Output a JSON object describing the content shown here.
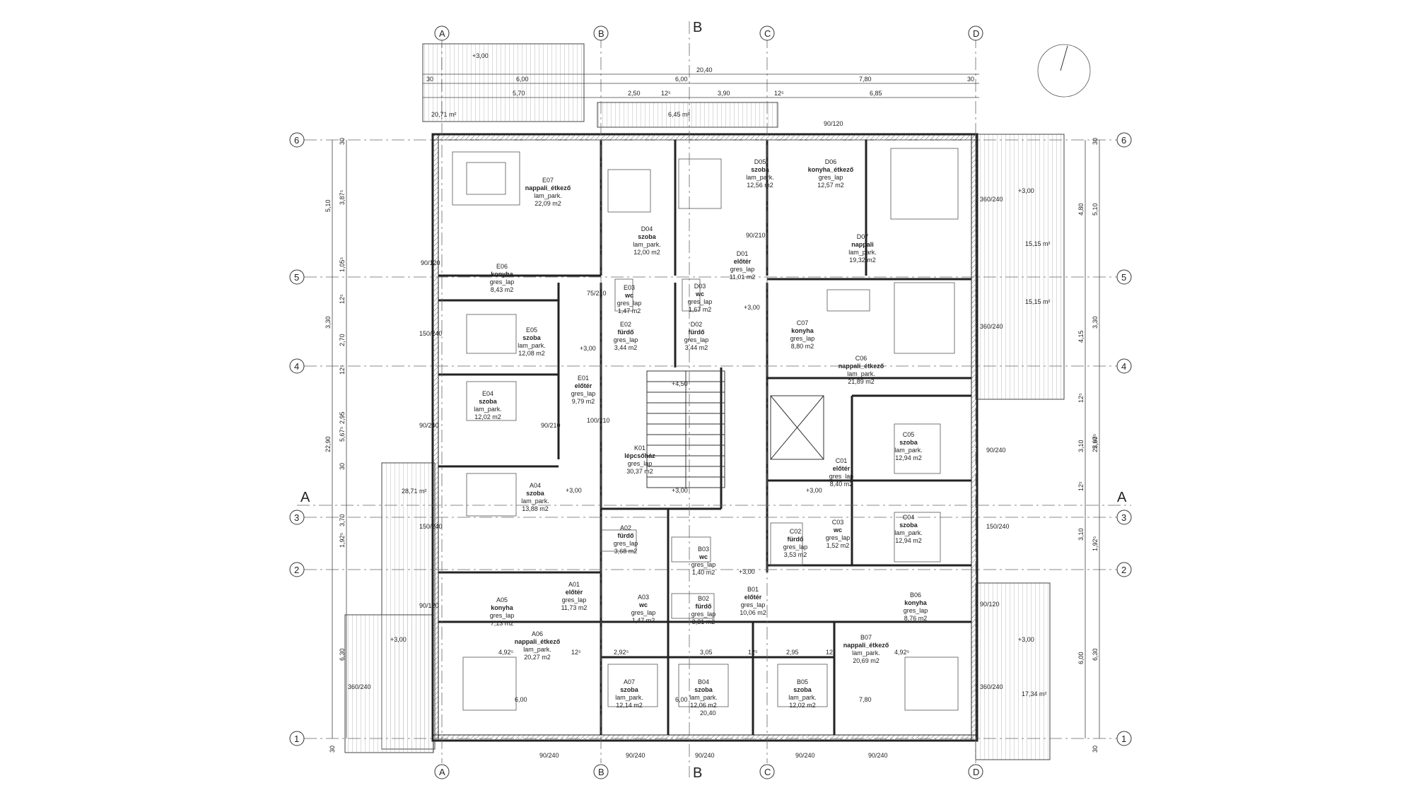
{
  "grid": {
    "columns": [
      "A",
      "B",
      "C",
      "D"
    ],
    "rows": [
      "1",
      "2",
      "3",
      "4",
      "5",
      "6"
    ],
    "section_marks": [
      "A",
      "A",
      "B",
      "B"
    ]
  },
  "dims": {
    "top_total": "20,40",
    "top_parts": [
      "30",
      "6,00",
      "6,00",
      "7,80",
      "30"
    ],
    "top_sub": [
      "5,70",
      "2,50",
      "12⁵",
      "3,90",
      "12⁵",
      "6,85"
    ],
    "left_total": "22,90",
    "left_parts": [
      "30",
      "3,87⁵",
      "5,10",
      "1,05⁵",
      "12⁵",
      "3,30",
      "2,70",
      "12⁵",
      "2,95",
      "5,67⁵",
      "30",
      "3,70",
      "1,92⁵",
      "6,30",
      "30"
    ],
    "right_total": "22,90",
    "right_parts": [
      "30",
      "4,80",
      "5,10",
      "4,15",
      "3,30",
      "12⁵",
      "3,10",
      "5,67⁵",
      "12⁵",
      "3,10",
      "1,92⁵",
      "6,00",
      "6,30",
      "30"
    ],
    "bottom_labels": [
      "4,92⁵",
      "12⁵",
      "2,92⁵",
      "3,05",
      "12⁵",
      "2,95",
      "12⁵",
      "4,92⁵"
    ],
    "inner_labels": [
      "6,00",
      "6,00",
      "20,40",
      "7,80"
    ],
    "openings": [
      "90/120",
      "150/240",
      "90/240",
      "150/240",
      "90/120",
      "360/240",
      "360/240",
      "90/120",
      "150/240",
      "90/240",
      "360/240",
      "360/240",
      "90/120",
      "90/240",
      "90/240",
      "90/240",
      "90/240",
      "90/240",
      "90/210",
      "100/210",
      "75/210",
      "90/210"
    ]
  },
  "levels": {
    "main": "+3,00",
    "stair": "+4,50"
  },
  "outdoor_areas": [
    {
      "area": "20,71 m²"
    },
    {
      "area": "6,45 m²"
    },
    {
      "area": "15,15 m²"
    },
    {
      "area": "15,15 m²"
    },
    {
      "area": "28,71 m²"
    },
    {
      "area": "17,34 m²"
    }
  ],
  "rooms": [
    {
      "id": "E07",
      "name": "nappali_étkező",
      "floor": "lam_park.",
      "area": "22,09 m2"
    },
    {
      "id": "E06",
      "name": "konyha",
      "floor": "gres_lap",
      "area": "8,43 m2"
    },
    {
      "id": "E05",
      "name": "szoba",
      "floor": "lam_park.",
      "area": "12,08 m2"
    },
    {
      "id": "E04",
      "name": "szoba",
      "floor": "lam_park.",
      "area": "12,02 m2"
    },
    {
      "id": "E03",
      "name": "wc",
      "floor": "gres_lap",
      "area": "1,47 m2"
    },
    {
      "id": "E02",
      "name": "fürdő",
      "floor": "gres_lap",
      "area": "3,44 m2"
    },
    {
      "id": "E01",
      "name": "előtér",
      "floor": "gres_lap",
      "area": "9,79 m2"
    },
    {
      "id": "D04",
      "name": "szoba",
      "floor": "lam_park.",
      "area": "12,00 m2"
    },
    {
      "id": "D05",
      "name": "szoba",
      "floor": "lam_park.",
      "area": "12,56 m2"
    },
    {
      "id": "D06",
      "name": "konyha_étkező",
      "floor": "gres_lap",
      "area": "12,57 m2"
    },
    {
      "id": "D07",
      "name": "nappali",
      "floor": "lam_park.",
      "area": "19,32 m2"
    },
    {
      "id": "D01",
      "name": "előtér",
      "floor": "gres_lap",
      "area": "11,01 m2"
    },
    {
      "id": "D03",
      "name": "wc",
      "floor": "gres_lap",
      "area": "1,67 m2"
    },
    {
      "id": "D02",
      "name": "fürdő",
      "floor": "gres_lap",
      "area": "3,44 m2"
    },
    {
      "id": "C07",
      "name": "konyha",
      "floor": "gres_lap",
      "area": "8,80 m2"
    },
    {
      "id": "C06",
      "name": "nappali_étkező",
      "floor": "lam_park.",
      "area": "21,89 m2"
    },
    {
      "id": "C05",
      "name": "szoba",
      "floor": "lam_park.",
      "area": "12,94 m2"
    },
    {
      "id": "C04",
      "name": "szoba",
      "floor": "lam_park.",
      "area": "12,94 m2"
    },
    {
      "id": "C01",
      "name": "előtér",
      "floor": "gres_lap",
      "area": "8,40 m2"
    },
    {
      "id": "C02",
      "name": "fürdő",
      "floor": "gres_lap",
      "area": "3,53 m2"
    },
    {
      "id": "C03",
      "name": "wc",
      "floor": "gres_lap",
      "area": "1,52 m2"
    },
    {
      "id": "K01",
      "name": "lépcsőház",
      "floor": "gres_lap",
      "area": "30,37 m2"
    },
    {
      "id": "A04",
      "name": "szoba",
      "floor": "lam_park.",
      "area": "13,88 m2"
    },
    {
      "id": "A02",
      "name": "fürdő",
      "floor": "gres_lap",
      "area": "3,68 m2"
    },
    {
      "id": "A01",
      "name": "előtér",
      "floor": "gres_lap",
      "area": "11,73 m2"
    },
    {
      "id": "A03",
      "name": "wc",
      "floor": "gres_lap",
      "area": "1,47 m2"
    },
    {
      "id": "A05",
      "name": "konyha",
      "floor": "gres_lap",
      "area": "7,13 m2"
    },
    {
      "id": "A06",
      "name": "nappali_étkező",
      "floor": "lam_park.",
      "area": "20,27 m2"
    },
    {
      "id": "A07",
      "name": "szoba",
      "floor": "lam_park.",
      "area": "12,14 m2"
    },
    {
      "id": "B03",
      "name": "wc",
      "floor": "gres_lap",
      "area": "1,40 m2"
    },
    {
      "id": "B02",
      "name": "fürdő",
      "floor": "gres_lap",
      "area": "3,31 m2"
    },
    {
      "id": "B01",
      "name": "előtér",
      "floor": "gres_lap",
      "area": "10,06 m2"
    },
    {
      "id": "B04",
      "name": "szoba",
      "floor": "lam_park.",
      "area": "12,06 m2"
    },
    {
      "id": "B05",
      "name": "szoba",
      "floor": "lam_park.",
      "area": "12,02 m2"
    },
    {
      "id": "B06",
      "name": "konyha",
      "floor": "gres_lap",
      "area": "8,76 m2"
    },
    {
      "id": "B07",
      "name": "nappali_étkező",
      "floor": "lam_park.",
      "area": "20,69 m2"
    }
  ]
}
